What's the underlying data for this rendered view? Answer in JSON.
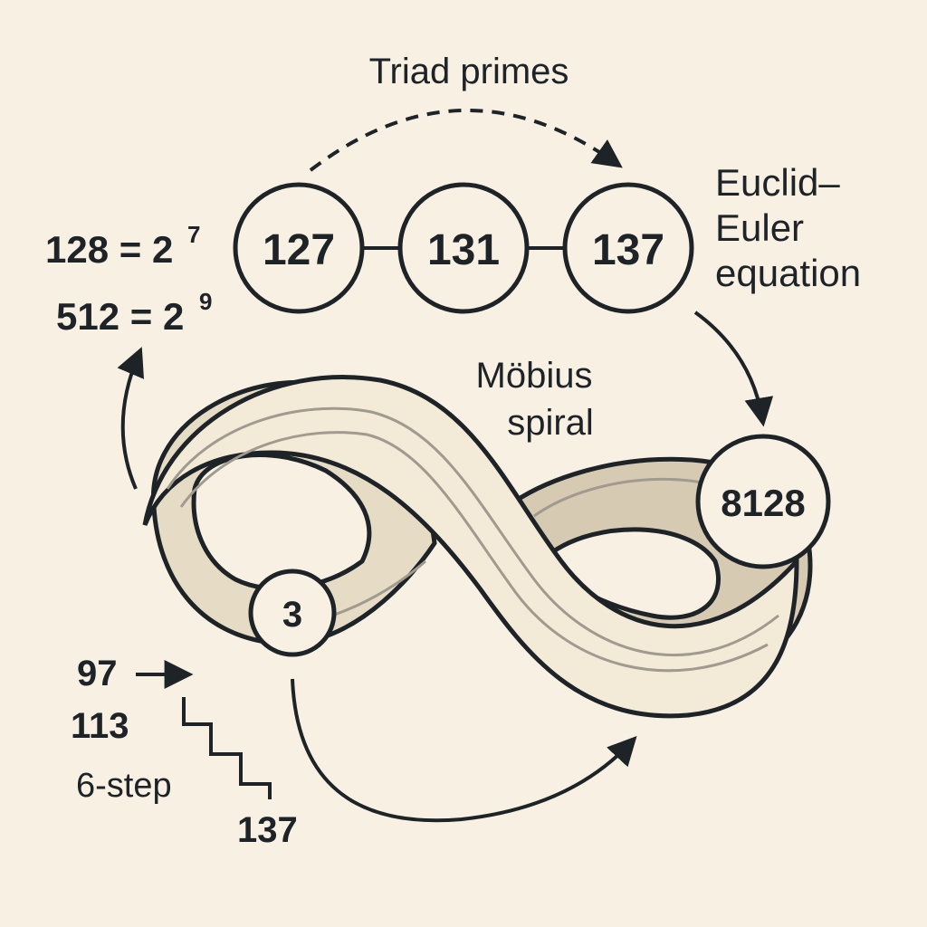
{
  "title": "Triad primes",
  "triad": [
    "127",
    "131",
    "137"
  ],
  "euclid_euler": [
    "Euclid–",
    "Euler",
    "equation"
  ],
  "powers": [
    {
      "base": "128 = 2",
      "exp": "7"
    },
    {
      "base": "512 = 2",
      "exp": "9"
    }
  ],
  "mobius_label": [
    "Möbius",
    "spiral"
  ],
  "perfect_number": "8128",
  "start_node": "3",
  "step_labels": {
    "a": "97",
    "b": "113",
    "step": "6-step",
    "c": "137"
  },
  "colors": {
    "background": "#f8f0e3",
    "ink": "#1d2327",
    "band_light": "#f3ead7",
    "band_mid": "#e6dbc5",
    "band_dark": "#d6cab2",
    "band_line": "#a09a8f"
  }
}
